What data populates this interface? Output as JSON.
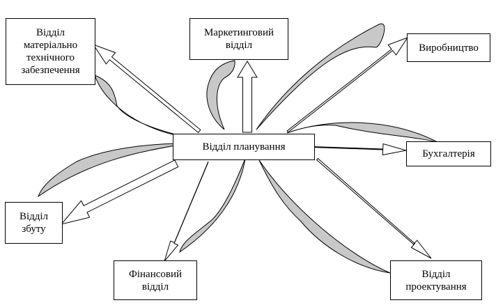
{
  "diagram": {
    "colors": {
      "line": "#000000",
      "box_fill": "#ffffff",
      "arrow_fill": "#ffffff",
      "swoosh_fill": "#c8c8c8"
    },
    "center": {
      "label": "Відділ планування"
    },
    "departments": [
      {
        "id": "supply",
        "label": "Відділ\nматеріально\nтехнічного\nзабезпечення"
      },
      {
        "id": "marketing",
        "label": "Маркетинговий\nвідділ"
      },
      {
        "id": "production",
        "label": "Виробництво"
      },
      {
        "id": "accounting",
        "label": "Бухгалтерія"
      },
      {
        "id": "sales",
        "label": "Відділ\nзбуту"
      },
      {
        "id": "finance",
        "label": "Фінансовий\nвідділ"
      },
      {
        "id": "design",
        "label": "Відділ\nпроектування"
      }
    ]
  }
}
